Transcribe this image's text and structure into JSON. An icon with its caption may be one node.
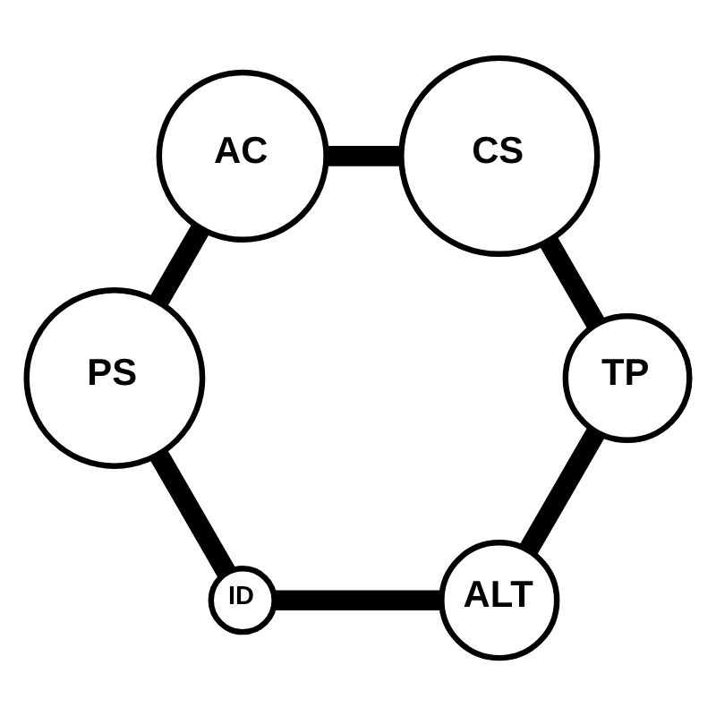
{
  "diagram": {
    "nodes": [
      {
        "text": [
          "ALT"
        ]
      },
      {
        "text": [
          "PS"
        ]
      },
      {
        "text": [
          "TP"
        ]
      },
      {
        "text": [
          "ID"
        ]
      },
      {
        "text": [
          "CS"
        ]
      },
      {
        "text": [
          "AC"
        ]
      }
    ],
    "edges": [
      {
        "from": 4,
        "to": 2,
        "arrow": "none"
      },
      {
        "from": 2,
        "to": 0,
        "arrow": "none"
      },
      {
        "from": 0,
        "to": 3,
        "arrow": "none"
      },
      {
        "from": 3,
        "to": 1,
        "arrow": "none"
      },
      {
        "from": 1,
        "to": 5,
        "arrow": "none"
      },
      {
        "from": 5,
        "to": 4,
        "arrow": "none"
      }
    ]
  }
}
